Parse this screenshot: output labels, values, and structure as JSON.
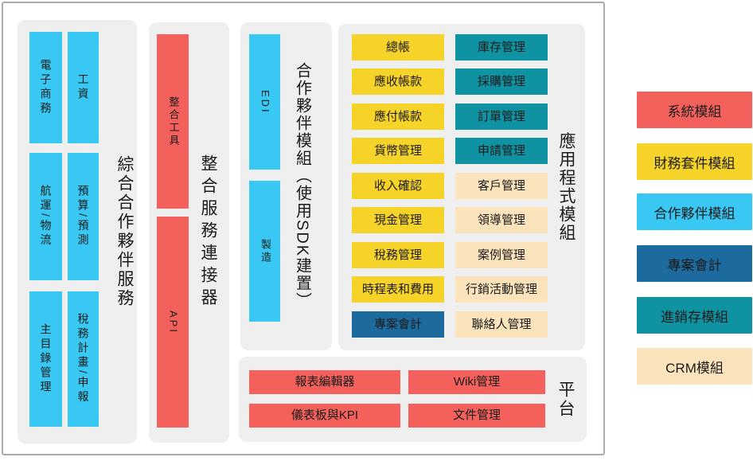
{
  "colors": {
    "system_module_red": "#F4615C",
    "finance_suite_yellow": "#F6D328",
    "partner_module_blue": "#38C8F3",
    "project_accounting_dark_blue": "#1D6A9E",
    "inventory_module_teal": "#0F93A2",
    "crm_module_cream": "#FBE3BB",
    "panel_background": "#EFEFEF",
    "diagram_border": "#ABABAB",
    "text": "#1B1B1B"
  },
  "sections": {
    "partner_services": {
      "title": "綜合合作夥伴服務",
      "boxes": [
        "電子商務",
        "工資",
        "航運/物流",
        "預算/預測",
        "主目錄管理",
        "稅務計畫/申報"
      ]
    },
    "integration_connector": {
      "title": "整合服務連接器",
      "boxes": [
        "整合工具",
        "API"
      ]
    },
    "partner_modules": {
      "title": "合作夥伴模組（使用SDK建置）",
      "boxes": [
        "EDI",
        "製造"
      ]
    },
    "application_modules": {
      "title": "應用程式模組",
      "finance_suite": [
        "總帳",
        "應收帳款",
        "應付帳款",
        "貨幣管理",
        "收入確認",
        "現金管理",
        "稅務管理",
        "時程表和費用"
      ],
      "project_accounting": "專案會計",
      "inventory": [
        "庫存管理",
        "採購管理",
        "訂單管理",
        "申請管理"
      ],
      "crm": [
        "客戶管理",
        "領導管理",
        "案例管理",
        "行銷活動管理",
        "聯絡人管理"
      ]
    },
    "platform": {
      "title": "平台",
      "boxes": [
        "報表編輯器",
        "Wiki管理",
        "儀表板與KPI",
        "文件管理"
      ]
    }
  },
  "legend": {
    "items": [
      {
        "label": "系統模組",
        "color": "#F4615C"
      },
      {
        "label": "財務套件模組",
        "color": "#F6D328"
      },
      {
        "label": "合作夥伴模組",
        "color": "#38C8F3"
      },
      {
        "label": "專案會計",
        "color": "#1D6A9E"
      },
      {
        "label": "進銷存模組",
        "color": "#0F93A2"
      },
      {
        "label": "CRM模組",
        "color": "#FBE3BB"
      }
    ]
  }
}
